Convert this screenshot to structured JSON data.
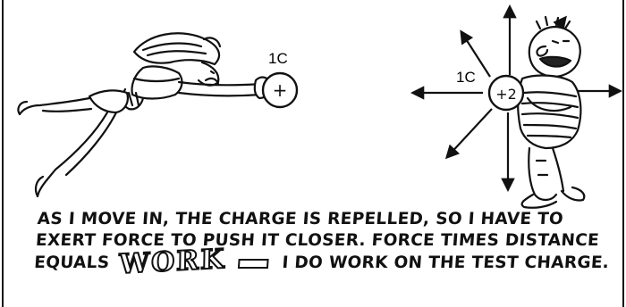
{
  "labels": {
    "left_charge": "1C",
    "right_charge": "1C",
    "left_ball_symbol": "+",
    "right_ball_symbol": "+2"
  },
  "caption": {
    "line1": "AS I MOVE IN, THE CHARGE IS REPELLED, SO I HAVE TO",
    "line2": "EXERT FORCE TO PUSH IT CLOSER. FORCE TIMES DISTANCE",
    "line3_start": "EQUALS",
    "work_word": "WORK",
    "line3_end": "I DO WORK ON THE TEST CHARGE."
  }
}
